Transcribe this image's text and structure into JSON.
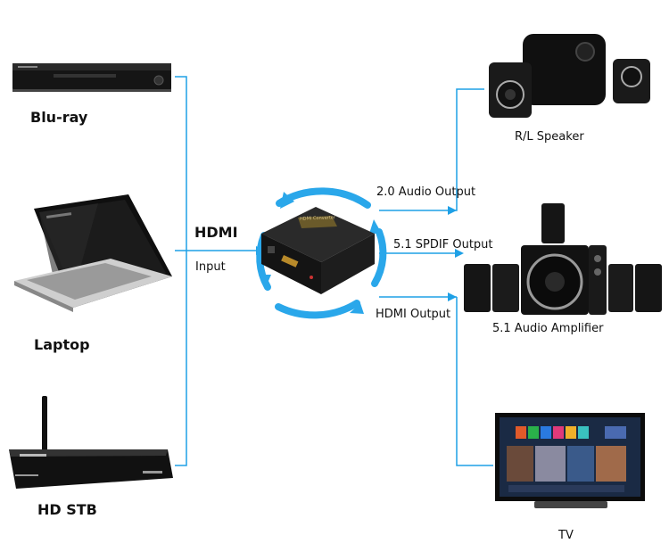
{
  "sources": [
    {
      "id": "bluray",
      "label": "Blu-ray"
    },
    {
      "id": "laptop",
      "label": "Laptop"
    },
    {
      "id": "stb",
      "label": "HD STB"
    }
  ],
  "input": {
    "hdmi": "HDMI",
    "input": "Input"
  },
  "converter": {
    "label": "HDMI Converter"
  },
  "outputs": {
    "audio20": "2.0 Audio Output",
    "spdif": "5.1 SPDIF Output",
    "hdmi": "HDMI Output"
  },
  "sinks": {
    "speaker": "R/L Speaker",
    "amplifier": "5.1 Audio Amplifier",
    "tv": "TV"
  },
  "colors": {
    "line": "#1ea0e6",
    "accent": "#2aa7ea",
    "device": "#141414"
  }
}
